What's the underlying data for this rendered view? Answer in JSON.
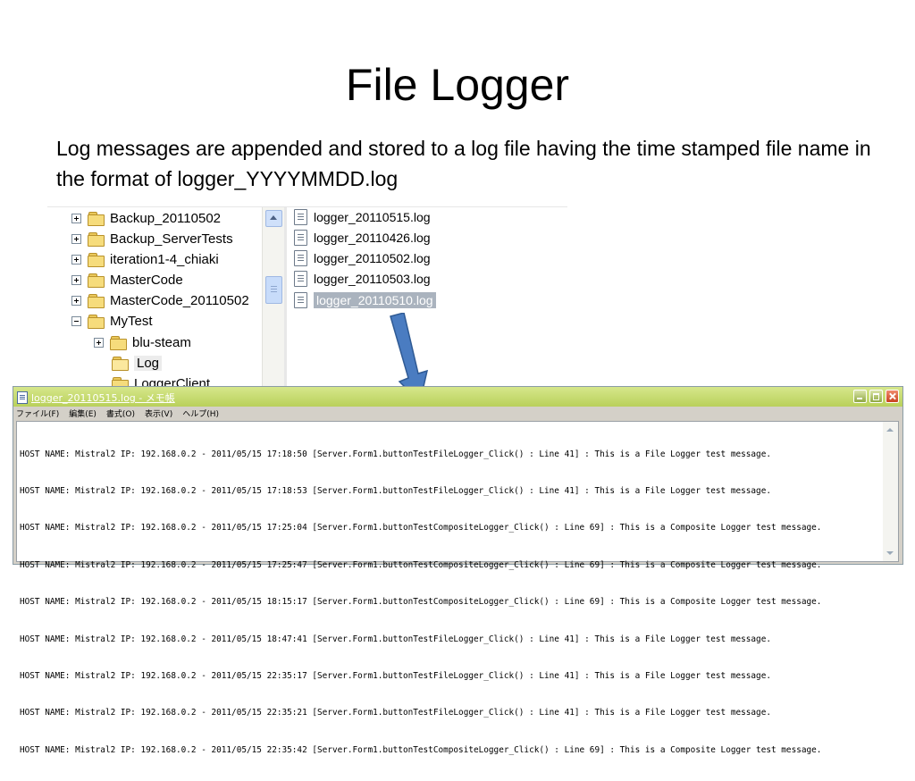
{
  "slide": {
    "title": "File Logger",
    "description": "Log messages are appended and stored to a log file having the time stamped file name in the format of logger_YYYYMMDD.log"
  },
  "explorer": {
    "folders": [
      {
        "label": "Backup_20110502",
        "expander": "plus",
        "indent": 0
      },
      {
        "label": "Backup_ServerTests",
        "expander": "plus",
        "indent": 0
      },
      {
        "label": "iteration1-4_chiaki",
        "expander": "plus",
        "indent": 0
      },
      {
        "label": "MasterCode",
        "expander": "plus",
        "indent": 0
      },
      {
        "label": "MasterCode_20110502",
        "expander": "plus",
        "indent": 0
      },
      {
        "label": "MyTest",
        "expander": "minus",
        "indent": 0
      },
      {
        "label": "blu-steam",
        "expander": "plus",
        "indent": 1
      },
      {
        "label": "Log",
        "expander": "none",
        "indent": 1,
        "selected": true
      },
      {
        "label": "LoggerClient",
        "expander": "none",
        "indent": 1
      }
    ],
    "files": [
      {
        "label": "logger_20110515.log"
      },
      {
        "label": "logger_20110426.log"
      },
      {
        "label": "logger_20110502.log"
      },
      {
        "label": "logger_20110503.log"
      },
      {
        "label": "logger_20110510.log",
        "selected": true
      }
    ]
  },
  "notepad": {
    "title": "logger_20110515.log - メモ帳",
    "menu": [
      "ファイル(F)",
      "編集(E)",
      "書式(O)",
      "表示(V)",
      "ヘルプ(H)"
    ],
    "lines": [
      "HOST NAME: Mistral2 IP: 192.168.0.2 - 2011/05/15 17:18:50 [Server.Form1.buttonTestFileLogger_Click() : Line 41] : This is a File Logger test message.",
      "HOST NAME: Mistral2 IP: 192.168.0.2 - 2011/05/15 17:18:53 [Server.Form1.buttonTestFileLogger_Click() : Line 41] : This is a File Logger test message.",
      "HOST NAME: Mistral2 IP: 192.168.0.2 - 2011/05/15 17:25:04 [Server.Form1.buttonTestCompositeLogger_Click() : Line 69] : This is a Composite Logger test message.",
      "HOST NAME: Mistral2 IP: 192.168.0.2 - 2011/05/15 17:25:47 [Server.Form1.buttonTestCompositeLogger_Click() : Line 69] : This is a Composite Logger test message.",
      "HOST NAME: Mistral2 IP: 192.168.0.2 - 2011/05/15 18:15:17 [Server.Form1.buttonTestCompositeLogger_Click() : Line 69] : This is a Composite Logger test message.",
      "HOST NAME: Mistral2 IP: 192.168.0.2 - 2011/05/15 18:47:41 [Server.Form1.buttonTestFileLogger_Click() : Line 41] : This is a File Logger test message.",
      "HOST NAME: Mistral2 IP: 192.168.0.2 - 2011/05/15 22:35:17 [Server.Form1.buttonTestFileLogger_Click() : Line 41] : This is a File Logger test message.",
      "HOST NAME: Mistral2 IP: 192.168.0.2 - 2011/05/15 22:35:21 [Server.Form1.buttonTestFileLogger_Click() : Line 41] : This is a File Logger test message.",
      "HOST NAME: Mistral2 IP: 192.168.0.2 - 2011/05/15 22:35:42 [Server.Form1.buttonTestCompositeLogger_Click() : Line 69] : This is a Composite Logger test message."
    ]
  },
  "colors": {
    "arrow": "#4a7cc1",
    "titlebar": "#c6dc6f",
    "selected_file": "#aab3be"
  },
  "icons": {
    "folder": "folder-icon",
    "file": "text-file-icon",
    "expander": "tree-expander-icon",
    "arrow": "down-arrow-icon"
  }
}
